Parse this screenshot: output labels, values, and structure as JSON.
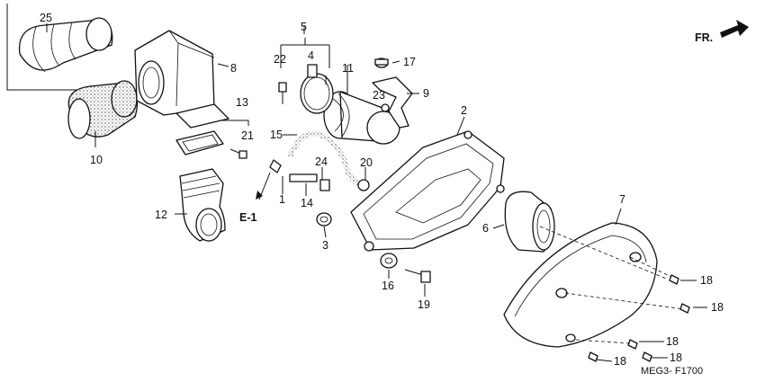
{
  "diagram": {
    "code": "MEG3- F1700",
    "front_marker": "FR.",
    "reference": "E-1",
    "callouts": {
      "c1": "1",
      "c2": "2",
      "c3": "3",
      "c4": "4",
      "c5": "5",
      "c6": "6",
      "c7": "7",
      "c8": "8",
      "c9": "9",
      "c10": "10",
      "c11": "11",
      "c12": "12",
      "c13": "13",
      "c14": "14",
      "c15": "15",
      "c16": "16",
      "c17": "17",
      "c18a": "18",
      "c18b": "18",
      "c18c": "18",
      "c18d": "18",
      "c18e": "18",
      "c19": "19",
      "c20": "20",
      "c21": "21",
      "c22": "22",
      "c23": "23",
      "c24": "24",
      "c25": "25"
    }
  }
}
